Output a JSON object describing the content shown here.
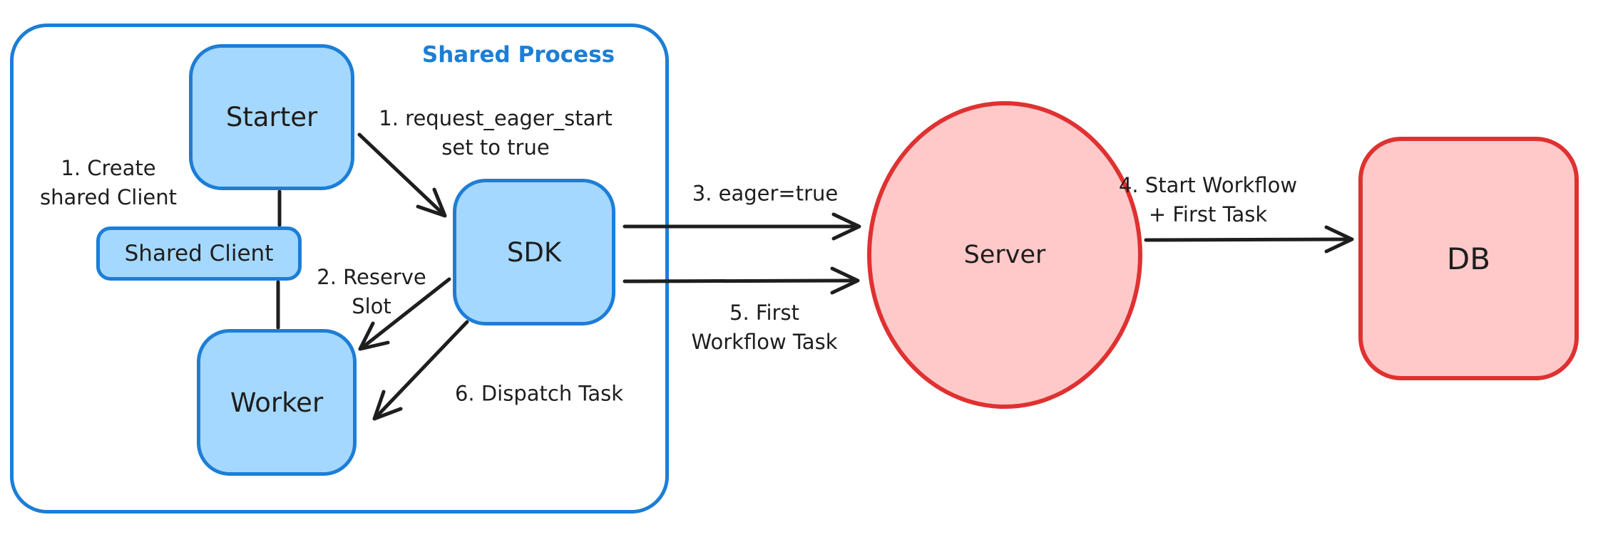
{
  "diagram": {
    "group_label": "Shared Process",
    "nodes": {
      "starter": "Starter",
      "shared_client": "Shared Client",
      "worker": "Worker",
      "sdk": "SDK",
      "server": "Server",
      "db": "DB"
    },
    "annotations": {
      "create_shared_client": [
        "1. Create",
        "shared Client"
      ],
      "request_eager_start": [
        "1. request_eager_start",
        "set to true"
      ],
      "reserve_slot": [
        "2. Reserve",
        "Slot"
      ],
      "eager_true": [
        "3. eager=true"
      ],
      "start_workflow_first_task": [
        "4. Start Workflow",
        "+ First Task"
      ],
      "first_workflow_task": [
        "5. First",
        "Workflow Task"
      ],
      "dispatch_task": [
        "6. Dispatch Task"
      ]
    },
    "colors": {
      "blue_stroke": "#1c7ed6",
      "blue_fill": "#a5d8ff",
      "red_stroke": "#e03131",
      "red_fill": "#ffc9c9",
      "ink": "#1e1e1e",
      "background": "#ffffff"
    }
  }
}
